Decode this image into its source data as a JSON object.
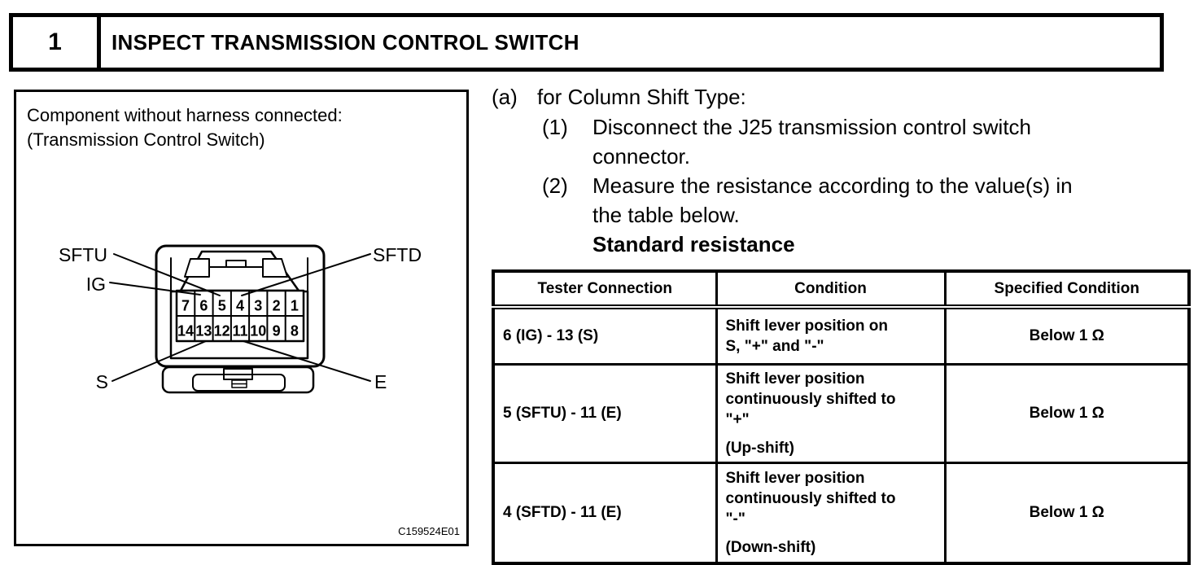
{
  "header": {
    "step_number": "1",
    "title": "INSPECT TRANSMISSION CONTROL SWITCH"
  },
  "figure": {
    "caption_line1": "Component without harness connected:",
    "caption_line2": "(Transmission Control Switch)",
    "figure_code": "C159524E01",
    "connector": {
      "pin_labels": {
        "sftu": "SFTU",
        "ig": "IG",
        "sftd": "SFTD",
        "s": "S",
        "e": "E"
      },
      "top_row_pins": [
        "7",
        "6",
        "5",
        "4",
        "3",
        "2",
        "1"
      ],
      "bottom_row_pins": [
        "14",
        "13",
        "12",
        "11",
        "10",
        "9",
        "8"
      ]
    }
  },
  "instructions": {
    "item_a_marker": "(a)",
    "item_a_text": "for Column Shift Type:",
    "step1_marker": "(1)",
    "step1_line1": "Disconnect the J25 transmission control switch",
    "step1_line2": "connector.",
    "step2_marker": "(2)",
    "step2_line1": "Measure the resistance according to the value(s) in",
    "step2_line2": "the table below.",
    "standard_resistance_label": "Standard resistance"
  },
  "table": {
    "headers": [
      "Tester Connection",
      "Condition",
      "Specified Condition"
    ],
    "rows": [
      {
        "tester_connection": "6 (IG) - 13 (S)",
        "condition_lines": [
          "Shift lever position on",
          "S, \"+\" and \"-\""
        ],
        "specified_condition": "Below 1 Ω"
      },
      {
        "tester_connection": "5 (SFTU) - 11 (E)",
        "condition_lines": [
          "Shift lever position",
          "continuously shifted to",
          "\"+\""
        ],
        "note": "(Up-shift)",
        "specified_condition": "Below 1 Ω"
      },
      {
        "tester_connection": "4 (SFTD) - 11 (E)",
        "condition_lines": [
          "Shift lever position",
          "continuously shifted to",
          "\"-\""
        ],
        "note": "(Down-shift)",
        "specified_condition": "Below 1 Ω"
      }
    ]
  }
}
